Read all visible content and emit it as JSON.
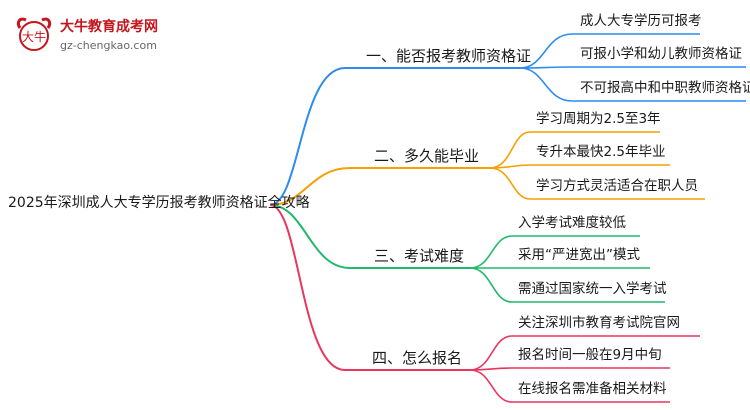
{
  "logo": {
    "badge_text": "大牛",
    "site_name": "大牛教育成考网",
    "url": "gz-chengkao.com"
  },
  "mindmap": {
    "root": "2025年深圳成人大专学历报考教师资格证全攻略",
    "branches": [
      {
        "label": "一、能否报考教师资格证",
        "color": "#2d8cf0",
        "children": [
          "成人大专学历可报考",
          "可报小学和幼儿教师资格证",
          "不可报高中和中职教师资格证"
        ]
      },
      {
        "label": "二、多久能毕业",
        "color": "#f5a000",
        "children": [
          "学习周期为2.5至3年",
          "专升本最快2.5年毕业",
          "学习方式灵活适合在职人员"
        ]
      },
      {
        "label": "三、考试难度",
        "color": "#1fb86c",
        "children": [
          "入学考试难度较低",
          "采用“严进宽出”模式",
          "需通过国家统一入学考试"
        ]
      },
      {
        "label": "四、怎么报名",
        "color": "#e8365d",
        "children": [
          "关注深圳市教育考试院官网",
          "报名时间一般在9月中旬",
          "在线报名需准备相关材料"
        ]
      }
    ]
  }
}
